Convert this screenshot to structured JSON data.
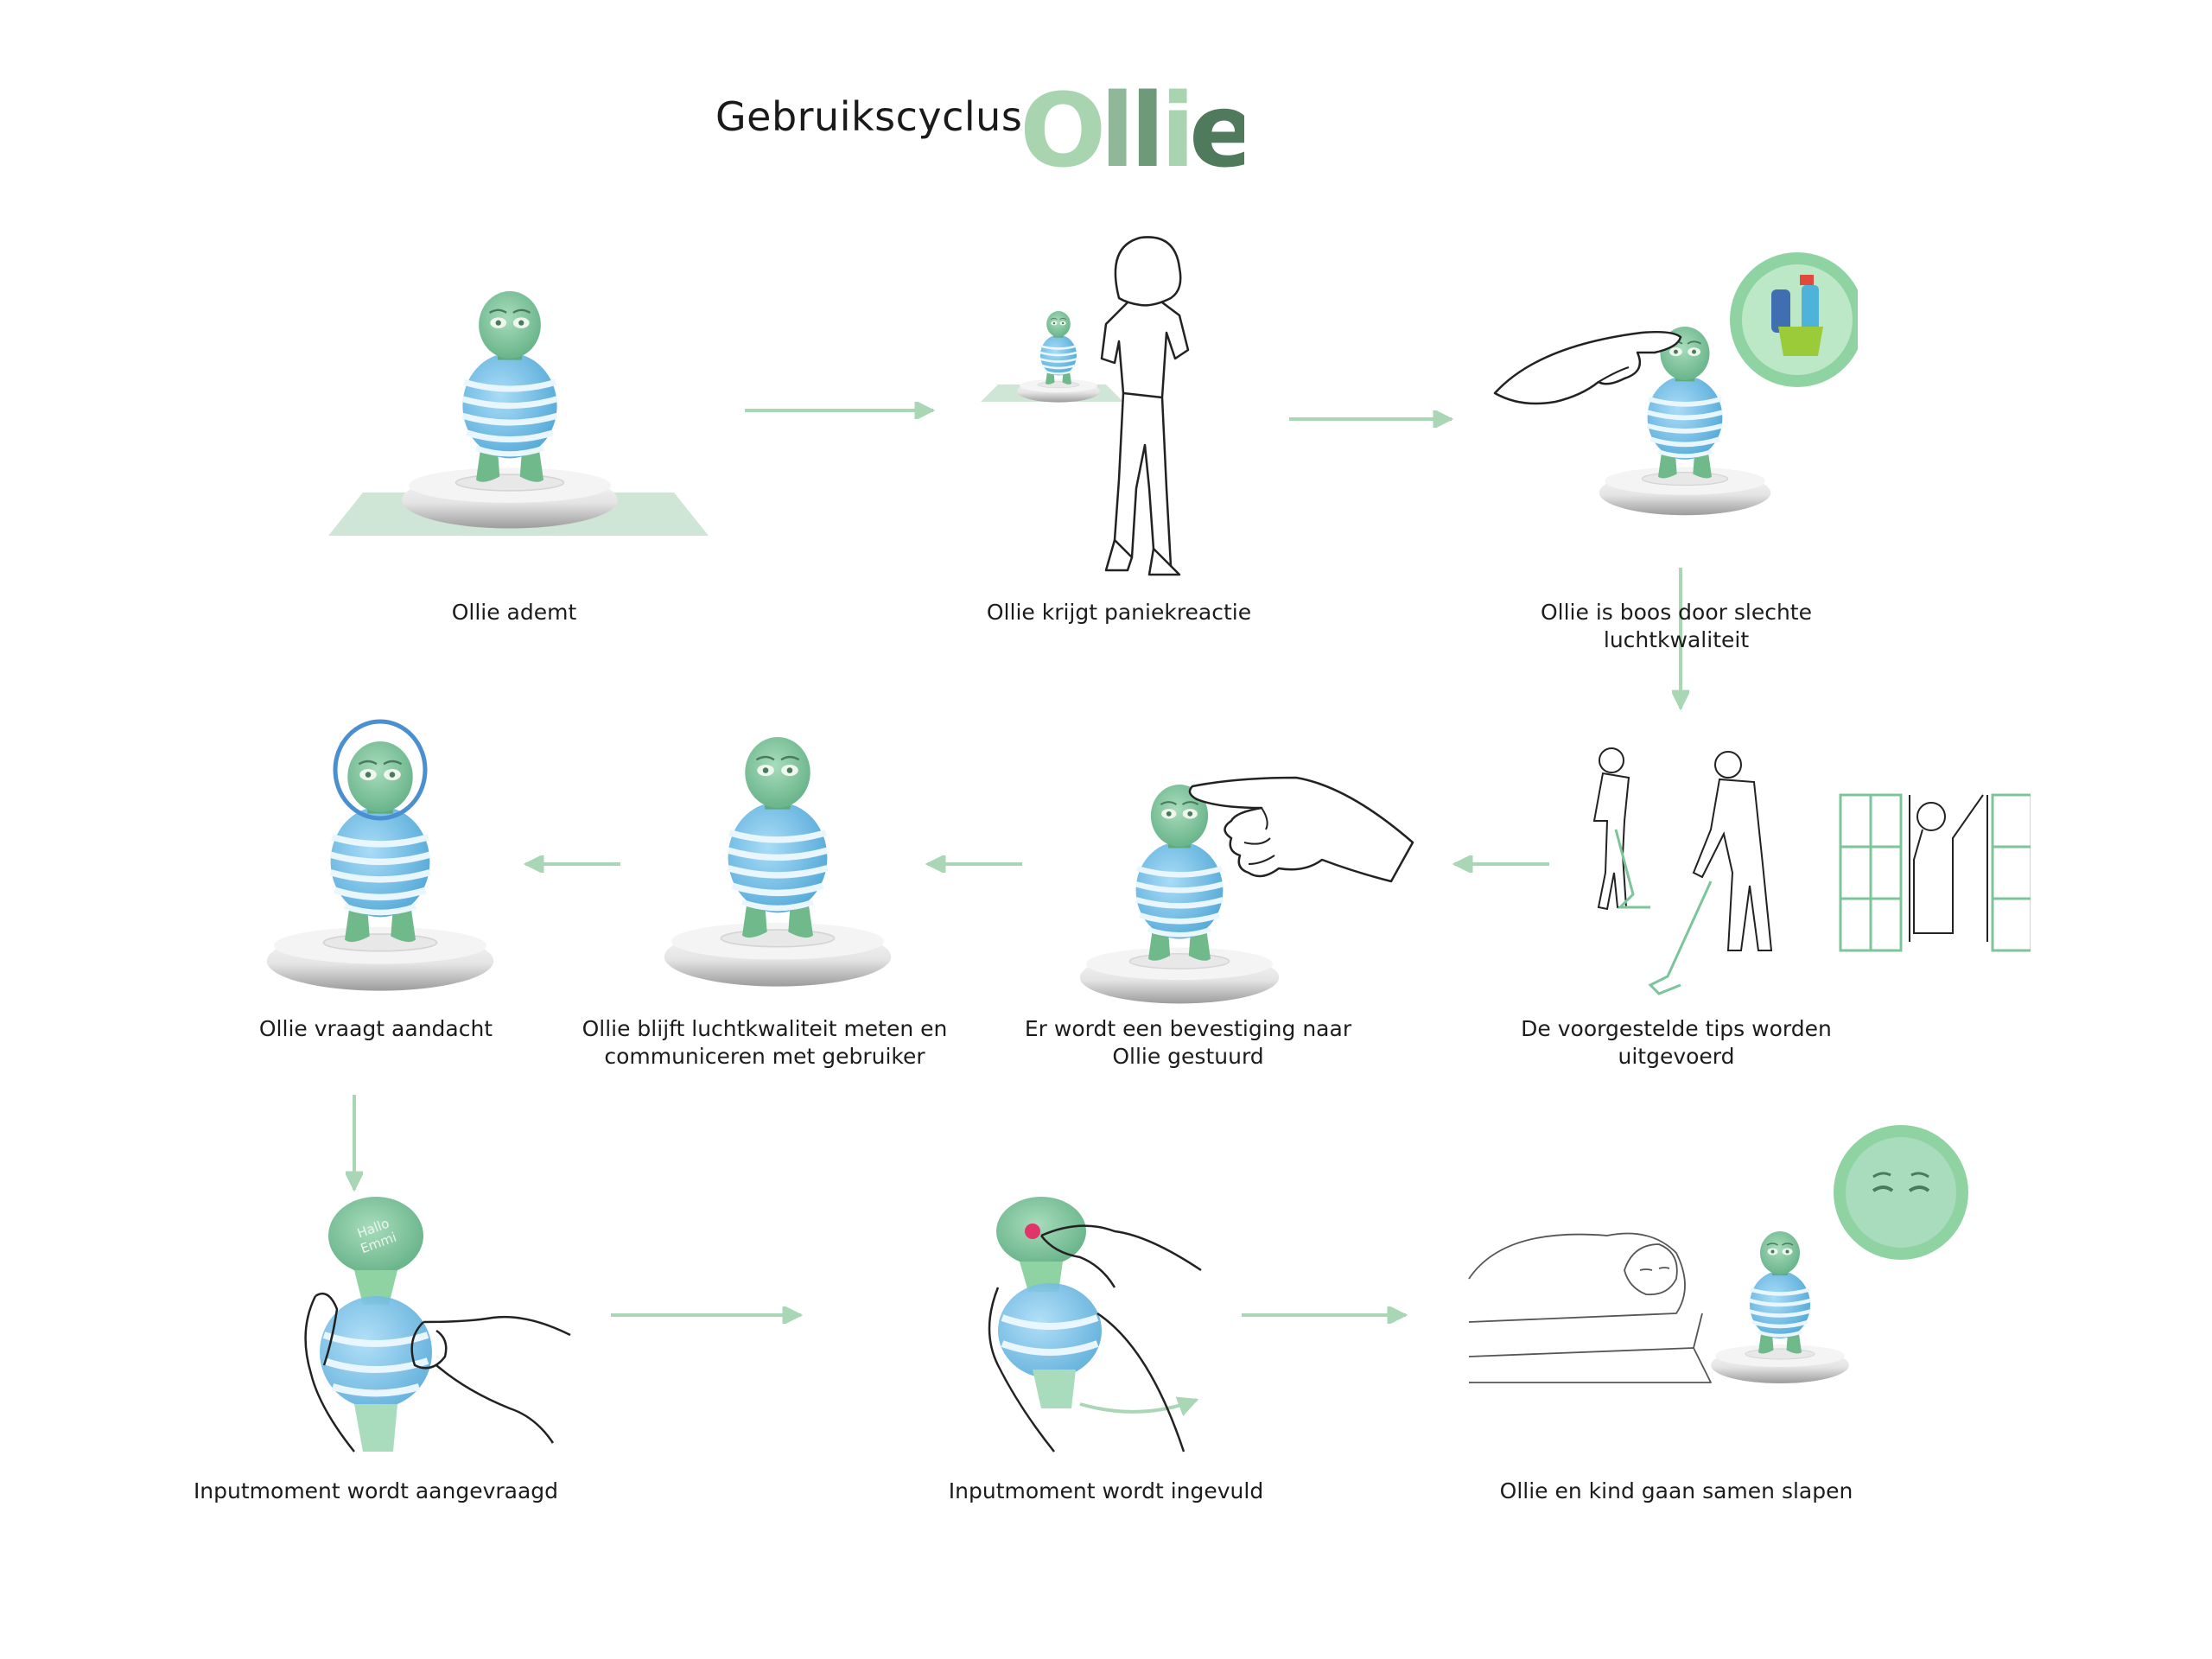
{
  "header": {
    "title": "Gebruikscyclus",
    "brand_letters": [
      "O",
      "l",
      "l",
      "i",
      "e"
    ],
    "brand_colors": [
      "#a8d5b0",
      "#8fb898",
      "#6f9a7a",
      "#a8d5b0",
      "#4f7a5c"
    ]
  },
  "colors": {
    "accent": "#a9d6b4",
    "figure_green": "#7cc49a",
    "figure_blue": "#7ec4ea",
    "base_grey": "#e6e6e6",
    "line": "#222222"
  },
  "steps": [
    {
      "label": "Ollie ademt"
    },
    {
      "label": "Ollie krijgt paniekreactie"
    },
    {
      "label": "Ollie is boos door slechte\nluchtkwaliteit"
    },
    {
      "label": "De voorgestelde tips worden\nuitgevoerd"
    },
    {
      "label": "Er wordt een bevestiging naar\nOllie gestuurd"
    },
    {
      "label": "Ollie blijft luchtkwaliteit meten en\ncommuniceren met gebruiker"
    },
    {
      "label": "Ollie vraagt aandacht"
    },
    {
      "label": "Inputmoment wordt aangevraagd"
    },
    {
      "label": "Inputmoment wordt ingevuld"
    },
    {
      "label": "Ollie en kind gaan samen slapen"
    }
  ],
  "device_screen_text": [
    "Hallo",
    "Emmi"
  ]
}
